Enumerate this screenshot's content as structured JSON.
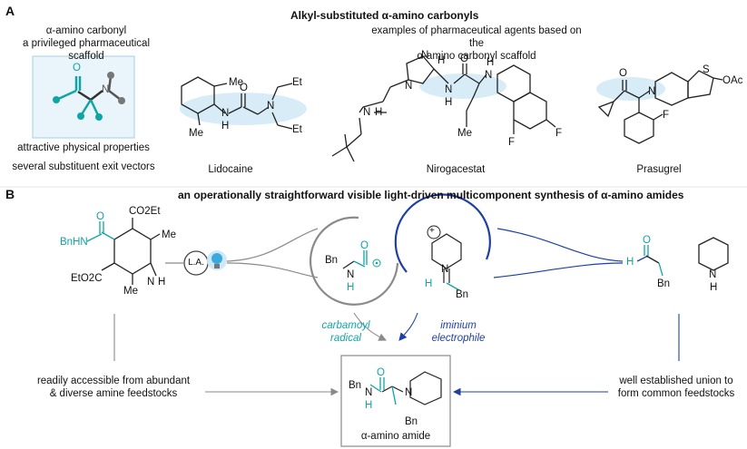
{
  "panel_a": {
    "letter": "A",
    "title": "Alkyl-substituted α-amino carbonyls",
    "scaffold_title_line1": "α-amino carbonyl",
    "scaffold_title_line2": "a privileged pharmaceutical scaffold",
    "examples_line1": "examples of pharmaceutical agents based on the",
    "examples_line2": "α-amino carbonyl scaffold",
    "property1": "attractive physical properties",
    "property2": "several substituent exit vectors",
    "drugs": [
      "Lidocaine",
      "Nirogacestat",
      "Prasugrel"
    ],
    "atoms": {
      "me": "Me",
      "n": "N",
      "h": "H",
      "o": "O",
      "nh": "N",
      "f": "F",
      "s": "S",
      "oac": "OAc",
      "et": "Et"
    }
  },
  "panel_b": {
    "letter": "B",
    "title": "an operationally straightforward visible light-driven multicomponent synthesis of α-amino amides",
    "la_label": "L.A.",
    "carbamoyl_line1": "carbamoyl",
    "carbamoyl_line2": "radical",
    "iminium_line1": "iminium",
    "iminium_line2": "electrophile",
    "left_note_line1": "readily accessible from abundant",
    "left_note_line2": "& diverse amine feedstocks",
    "right_note_line1": "well established union to",
    "right_note_line2": "form common feedstocks",
    "product_label": "α-amino amide",
    "labels": {
      "bnhn": "BnHN",
      "co2et": "CO2Et",
      "eto2c": "EtO2C",
      "me": "Me",
      "n": "N",
      "h": "H",
      "o": "O",
      "bn": "Bn",
      "plus": "+"
    }
  },
  "colors": {
    "teal": "#0fa5a5",
    "blue": "#1f3fa6",
    "gray": "#8a8a8a",
    "highlight": "#d7ecf7"
  }
}
